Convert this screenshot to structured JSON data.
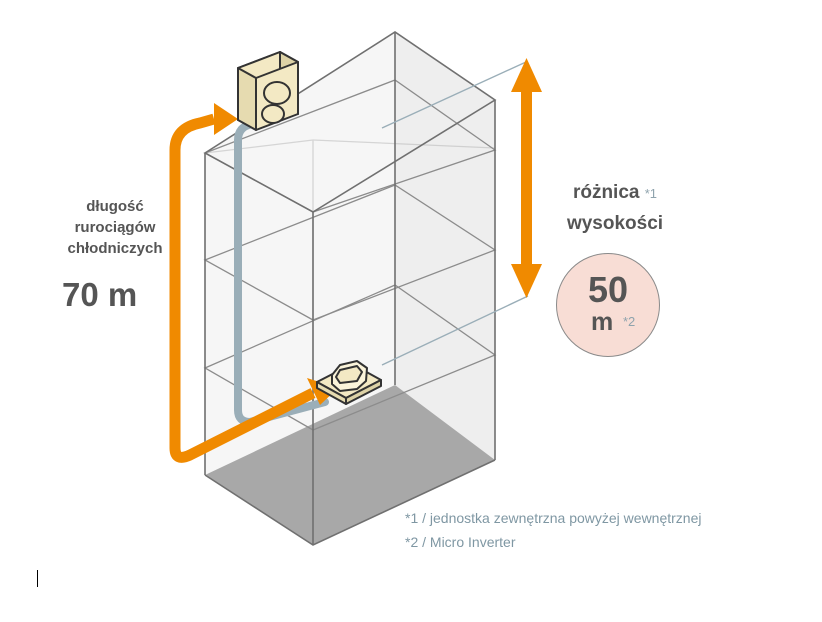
{
  "pipe_length": {
    "label_lines": [
      "długość",
      "rurociągów",
      "chłodniczych"
    ],
    "value": "70 m"
  },
  "height_difference": {
    "label_line1": "różnica",
    "label_line2": "wysokości",
    "note_ref": "*1",
    "value": "50",
    "unit": "m",
    "unit_note_ref": "*2"
  },
  "footnotes": [
    "*1 / jednostka zewnętrzna powyżej wewnętrznej",
    "*2 / Micro Inverter"
  ],
  "colors": {
    "arrow": "#f08a00",
    "pipe": "#9aaeb8",
    "building_line": "#8c8c8c",
    "floor": "#a8a8a8",
    "circle_fill": "#f8ddd5",
    "unit_fill": "#f3e9c4"
  },
  "icons": {
    "outdoor_unit": "outdoor-unit-icon",
    "indoor_unit": "indoor-unit-icon"
  }
}
